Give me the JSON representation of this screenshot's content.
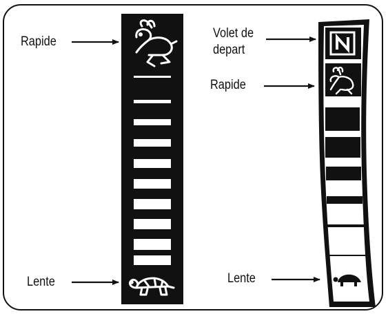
{
  "labels": {
    "left_fast": "Rapide",
    "left_slow": "Lente",
    "right_choke_line1": "Volet de",
    "right_choke_line2": "depart",
    "right_fast": "Rapide",
    "right_slow": "Lente"
  },
  "icons": {
    "left_top": "rabbit-icon",
    "left_bottom": "turtle-icon",
    "right_choke": "choke-icon",
    "right_fast": "rabbit-icon",
    "right_slow": "turtle-icon"
  },
  "colors": {
    "ink": "#111111",
    "background": "#ffffff"
  }
}
